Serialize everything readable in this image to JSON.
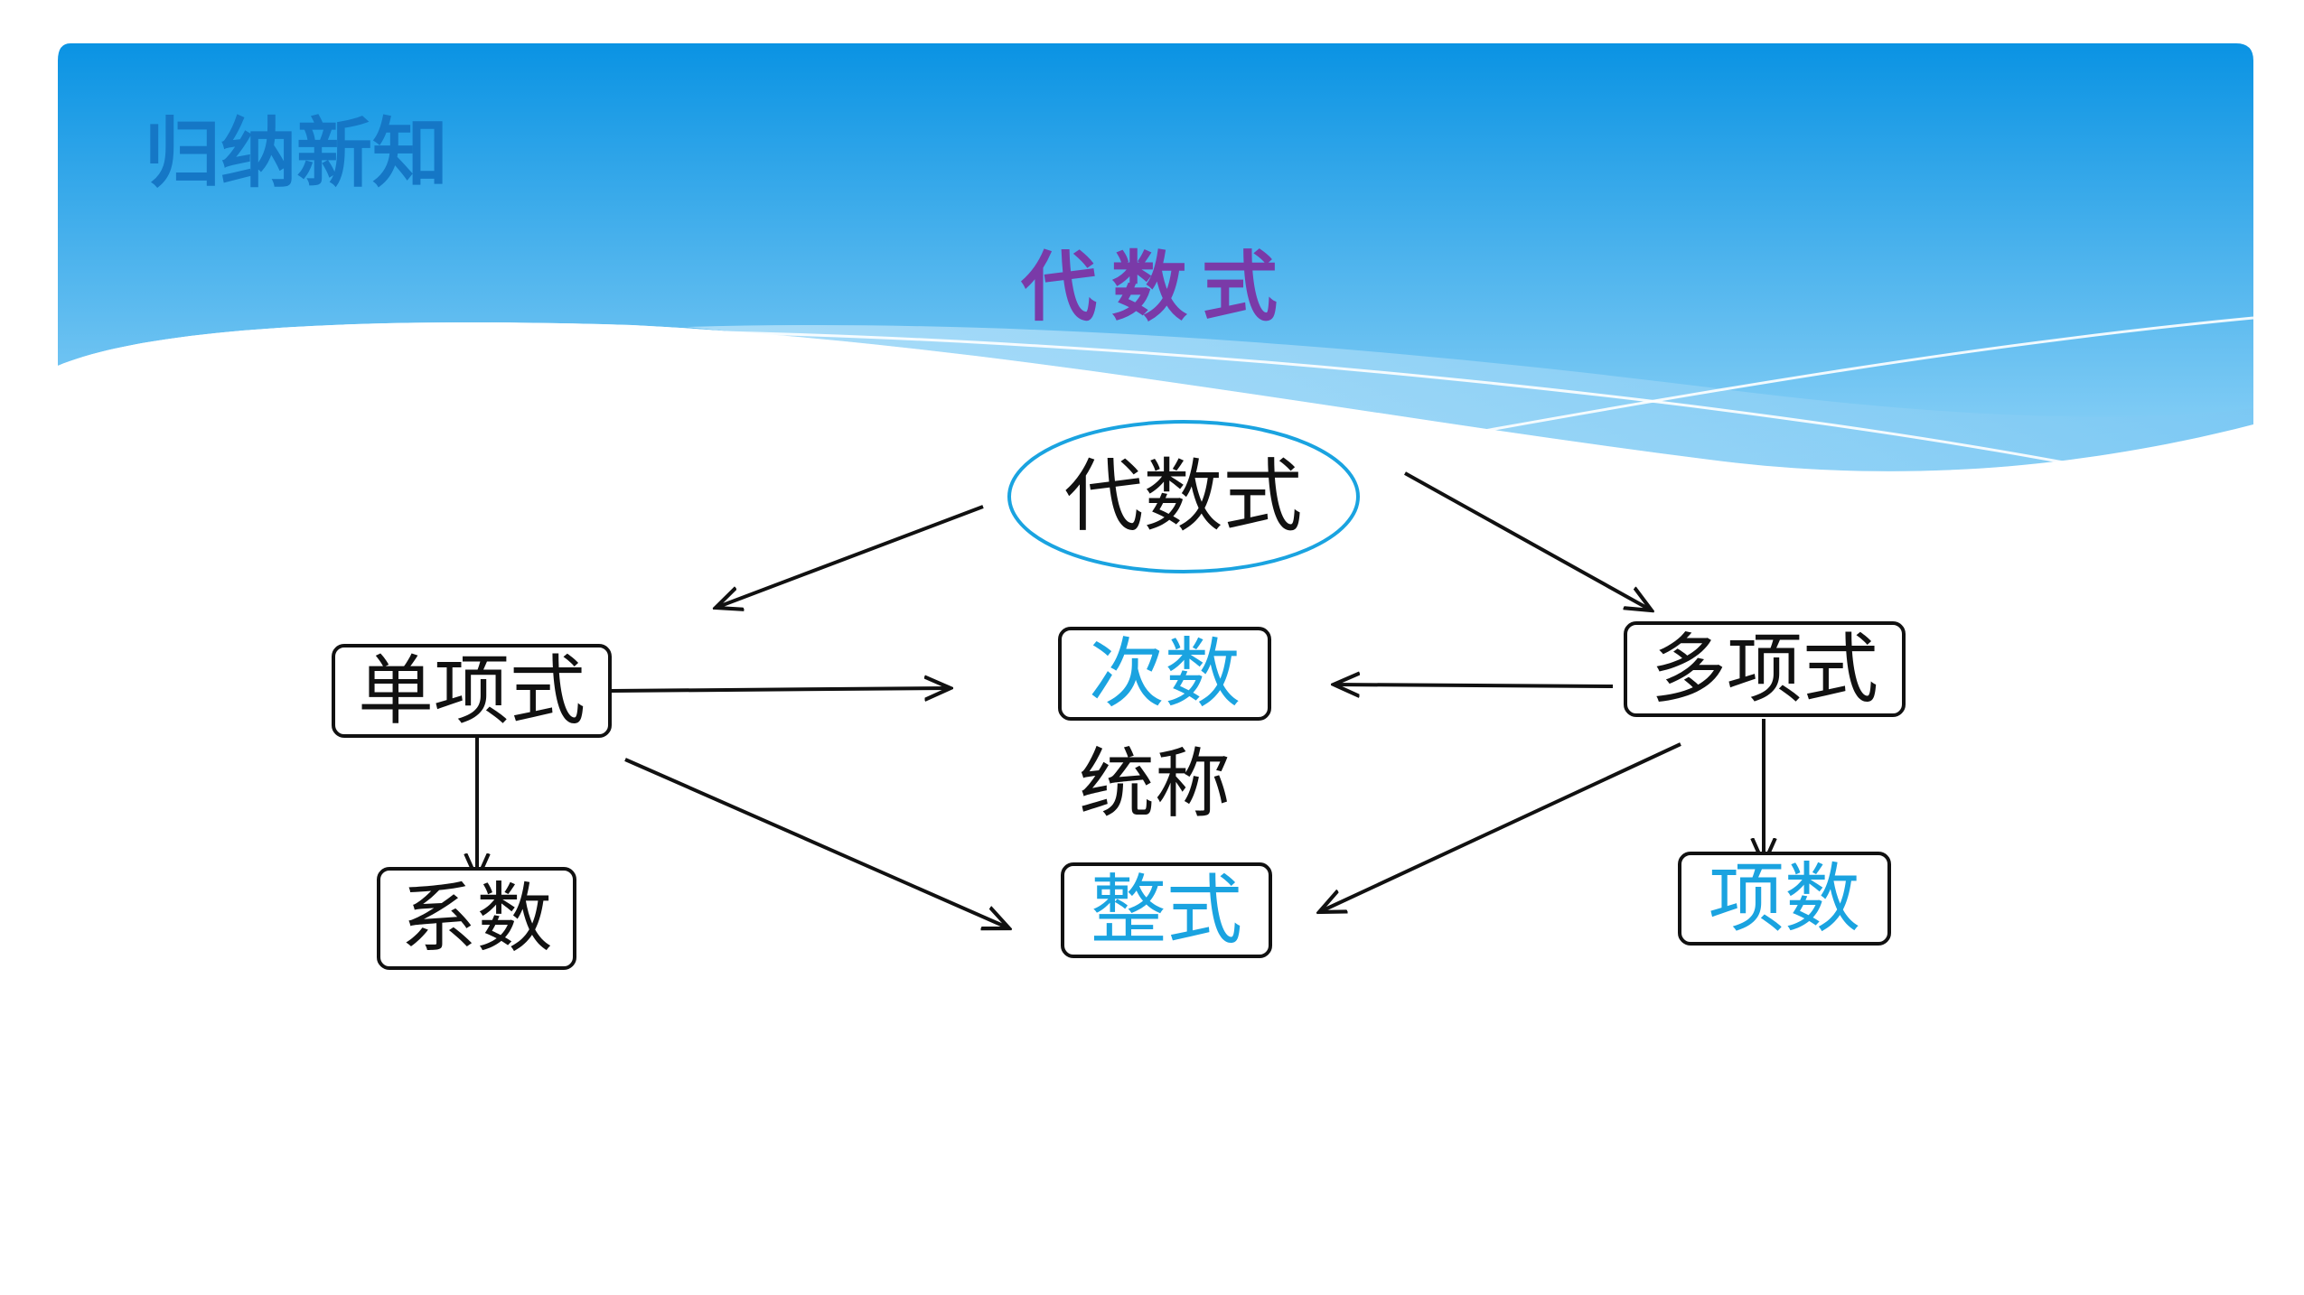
{
  "slide": {
    "heading": "归纳新知",
    "subtitle": "代数式"
  },
  "diagram": {
    "root": "代数式",
    "monomial": "单项式",
    "polynomial": "多项式",
    "coefficient": "系数",
    "degree": "次数",
    "integral_expression": "整式",
    "number_of_terms": "项数",
    "collectively_called": "统称"
  },
  "colors": {
    "banner_top": "#0a93e3",
    "banner_bottom": "#8fd3f7",
    "heading": "#1577c6",
    "subtitle": "#7a3aa8",
    "accent": "#1aa3e0",
    "root_ellipse_stroke": "#1aa3e0",
    "line": "#111111"
  }
}
